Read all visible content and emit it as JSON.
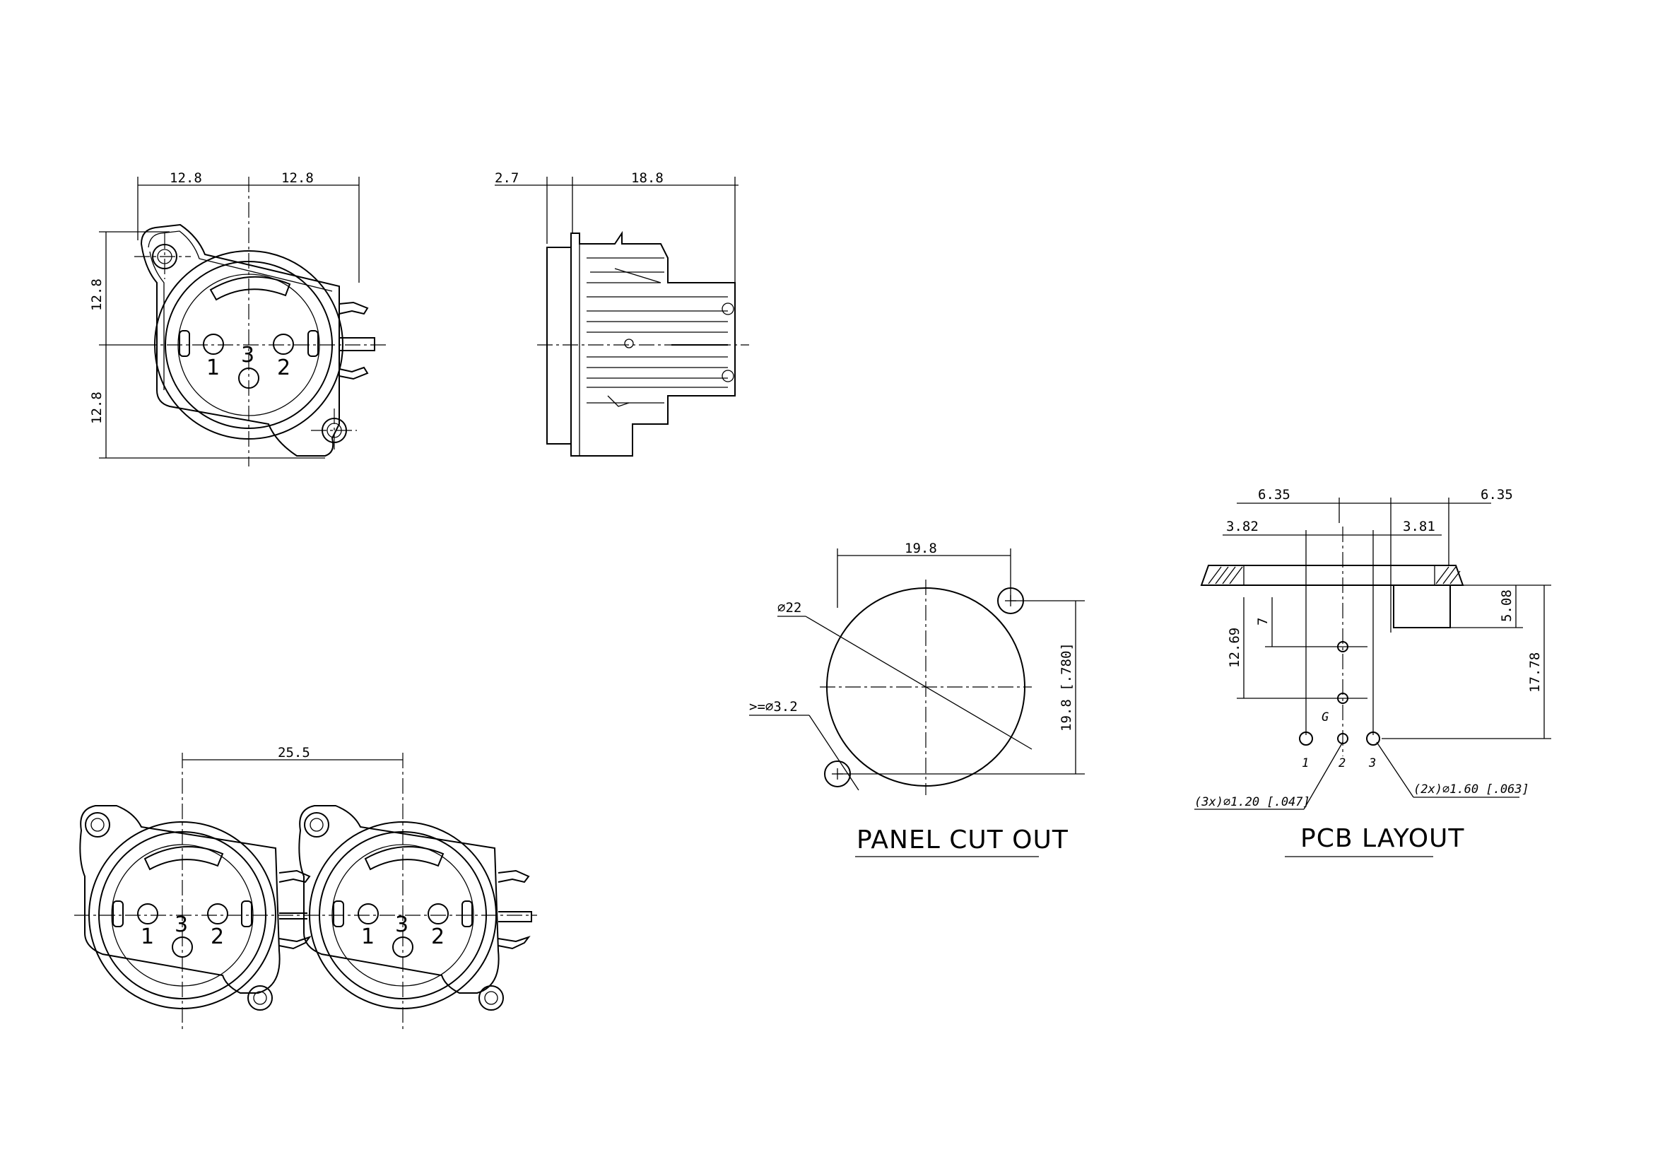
{
  "front_view": {
    "dim_top_left": "12.8",
    "dim_top_right": "12.8",
    "dim_left_upper": "12.8",
    "dim_left_lower": "12.8",
    "pin_1": "1",
    "pin_2": "2",
    "pin_3": "3"
  },
  "side_view": {
    "dim_flange": "2.7",
    "dim_depth": "18.8"
  },
  "dual_view": {
    "dim_pitch": "25.5",
    "left_pin_1": "1",
    "left_pin_2": "2",
    "left_pin_3": "3",
    "right_pin_1": "1",
    "right_pin_2": "2",
    "right_pin_3": "3"
  },
  "panel_cutout": {
    "dim_width": "19.8",
    "dim_height": "19.8 [.780]",
    "dim_diameter": "⌀22",
    "dim_hole": ">=⌀3.2",
    "title": "PANEL CUT OUT"
  },
  "pcb_layout": {
    "dim_top_left": "6.35",
    "dim_top_right": "6.35",
    "dim_left": "3.82",
    "dim_right": "3.81",
    "dim_7": "7",
    "dim_1269": "12.69",
    "dim_508": "5.08",
    "dim_1778": "17.78",
    "label_g": "G",
    "pin_1": "1",
    "pin_2": "2",
    "pin_3": "3",
    "note_small_holes": "(3x)⌀1.20 [.047]",
    "note_large_holes": "(2x)⌀1.60 [.063]",
    "title": "PCB LAYOUT"
  }
}
